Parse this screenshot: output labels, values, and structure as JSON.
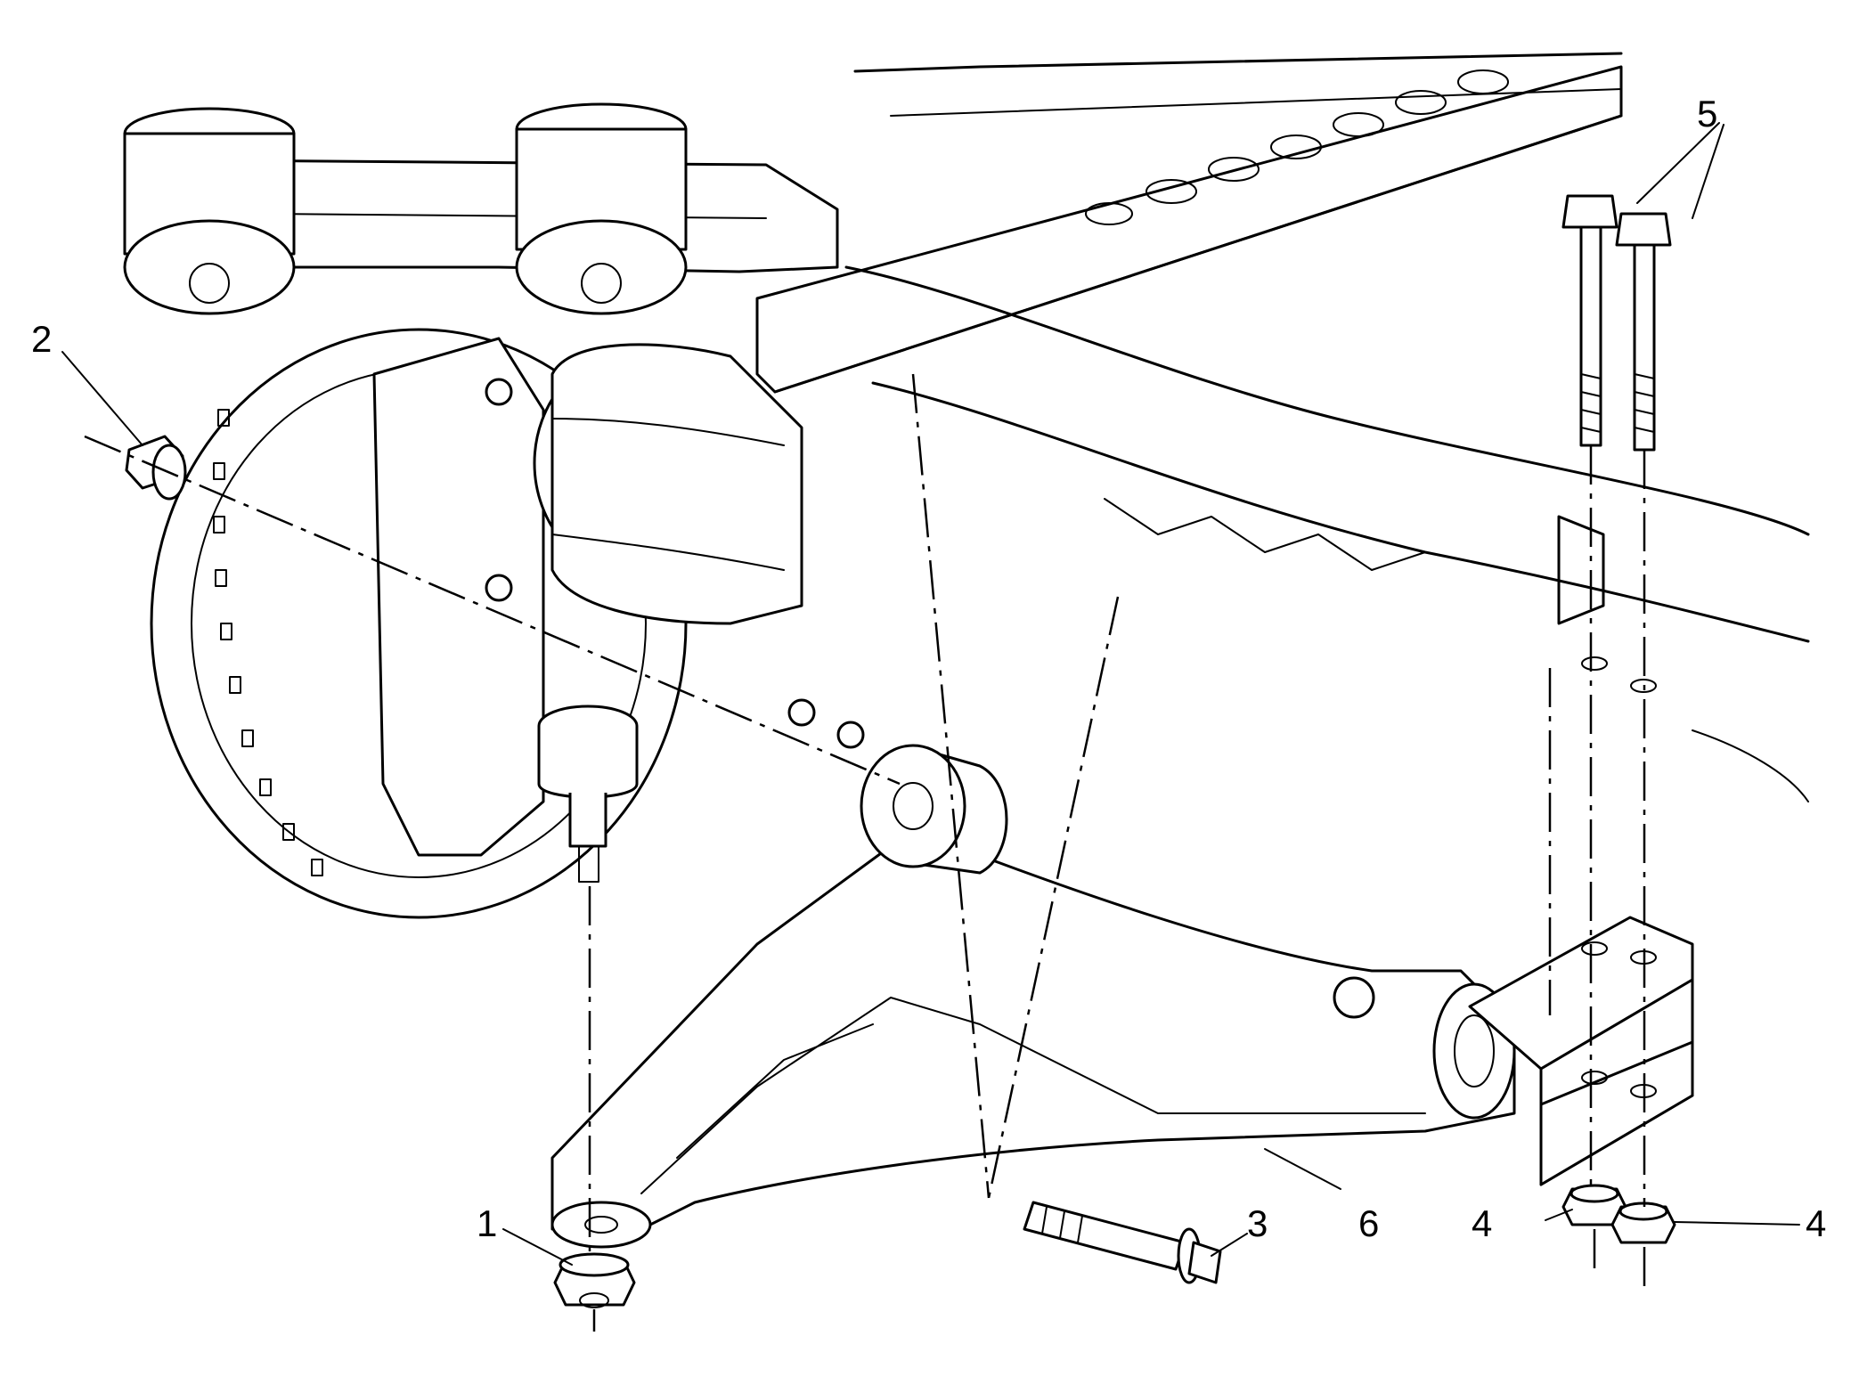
{
  "callouts": {
    "c1": "1",
    "c2": "2",
    "c3": "3",
    "c4a": "4",
    "c4b": "4",
    "c5": "5",
    "c6": "6"
  },
  "colors": {
    "line": "#000000",
    "background": "#ffffff"
  }
}
